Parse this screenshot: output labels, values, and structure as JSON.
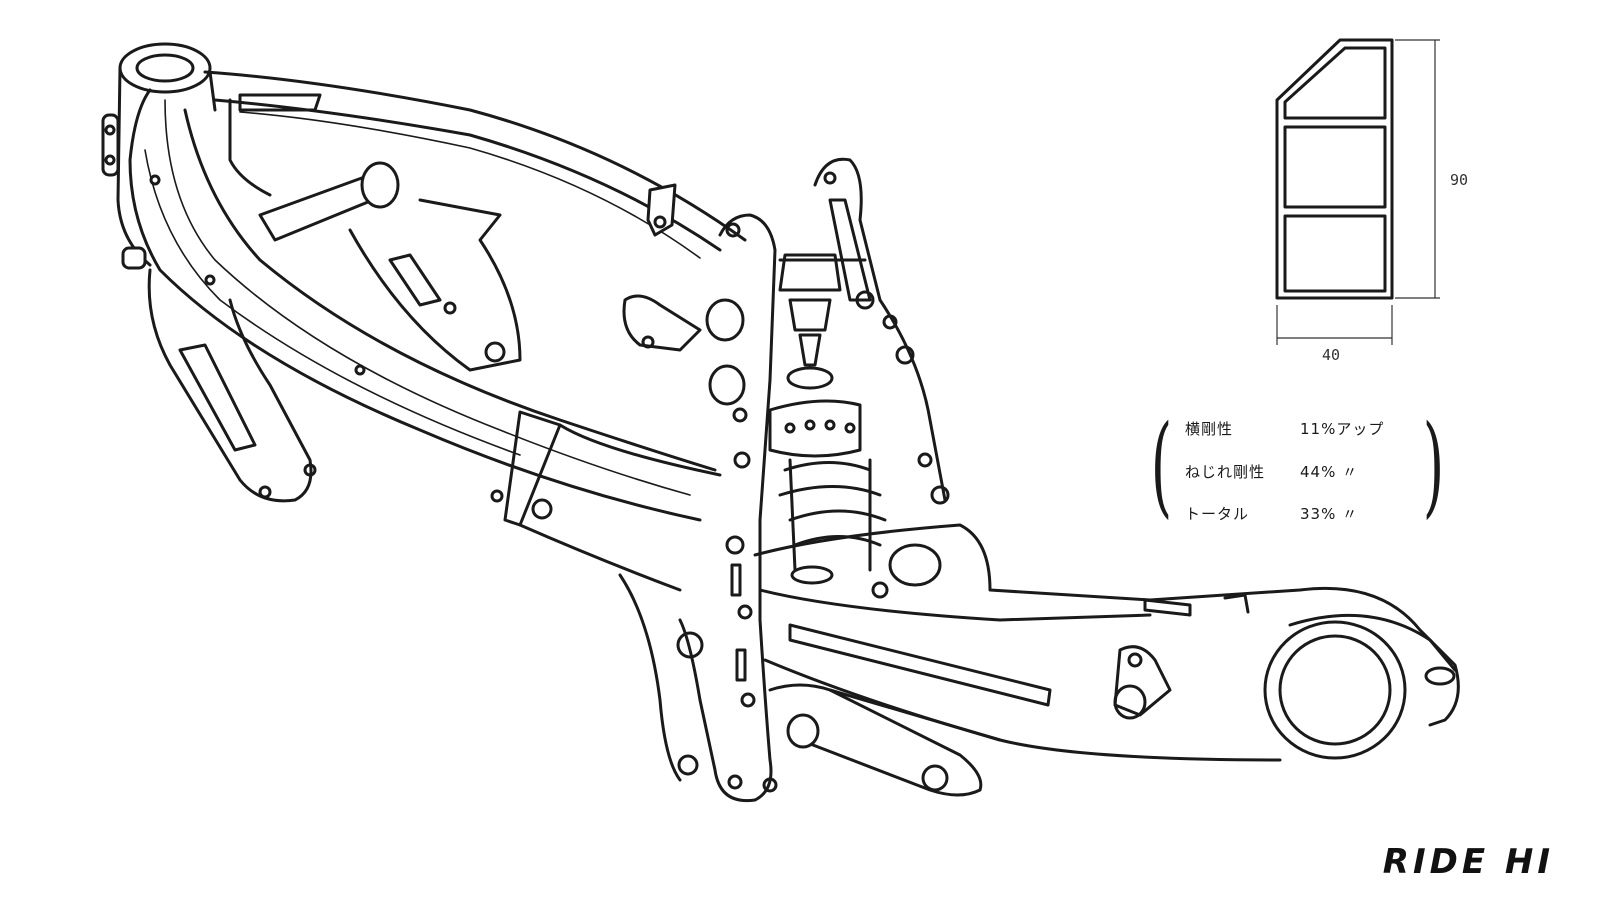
{
  "cross_section": {
    "height_label": "90",
    "width_label": "40"
  },
  "specs": [
    {
      "label": "横剛性",
      "value": "11%アップ"
    },
    {
      "label": "ねじれ剛性",
      "value": "44%  〃"
    },
    {
      "label": "トータル",
      "value": "33%  〃"
    }
  ],
  "watermark": "RIDE HI",
  "colors": {
    "ink": "#1a1a1a",
    "background": "#ffffff"
  }
}
